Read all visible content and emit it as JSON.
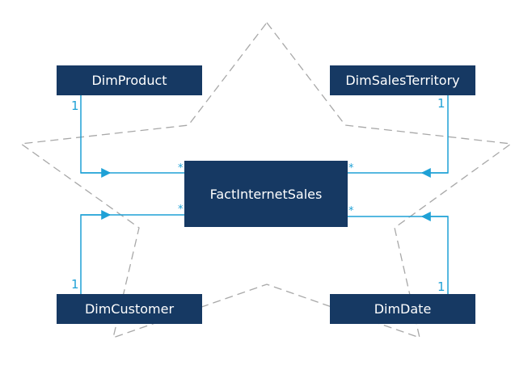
{
  "colors": {
    "box_fill": "#163963",
    "box_text": "#ffffff",
    "connector": "#1fa1d6",
    "star_outline": "#a8a8a8",
    "background": "#ffffff"
  },
  "fact_table": {
    "label": "FactInternetSales"
  },
  "dimensions": {
    "product": {
      "label": "DimProduct",
      "cardinality": "1"
    },
    "territory": {
      "label": "DimSalesTerritory",
      "cardinality": "1"
    },
    "customer": {
      "label": "DimCustomer",
      "cardinality": "1"
    },
    "date": {
      "label": "DimDate",
      "cardinality": "1"
    }
  },
  "relationships": {
    "product_many": "*",
    "territory_many": "*",
    "customer_many": "*",
    "date_many": "*"
  }
}
